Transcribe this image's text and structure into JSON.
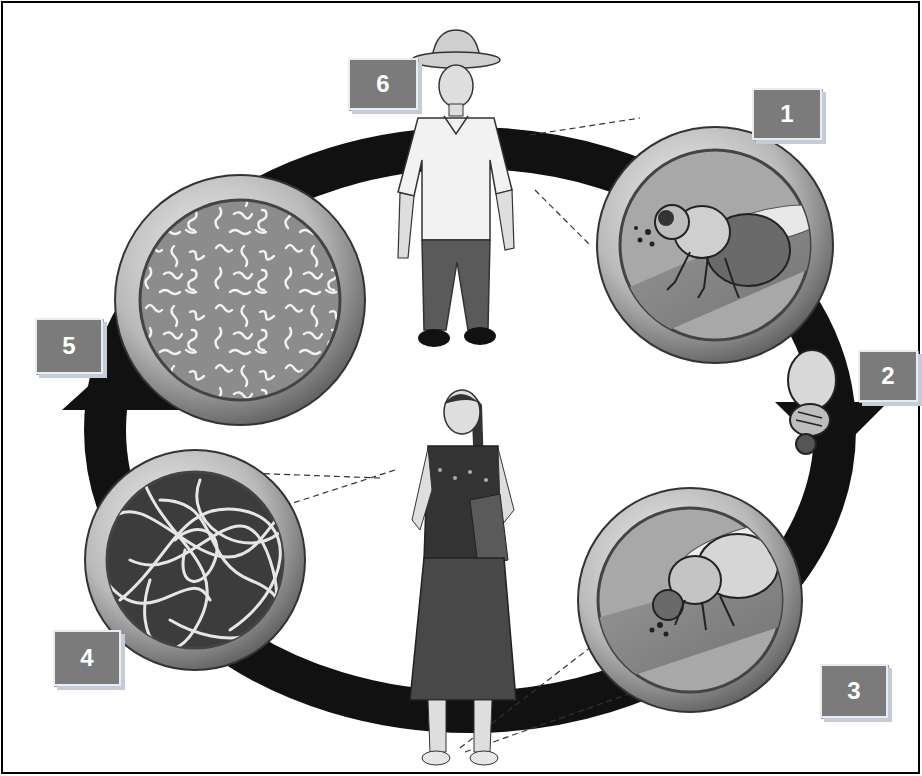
{
  "diagram": {
    "nodes": [
      {
        "text": [
          "6"
        ]
      },
      {
        "text": [
          "1"
        ]
      },
      {
        "text": [
          "5"
        ]
      },
      {
        "text": [
          "2"
        ]
      },
      {
        "text": [
          "4"
        ]
      },
      {
        "text": [
          "3"
        ]
      }
    ]
  }
}
